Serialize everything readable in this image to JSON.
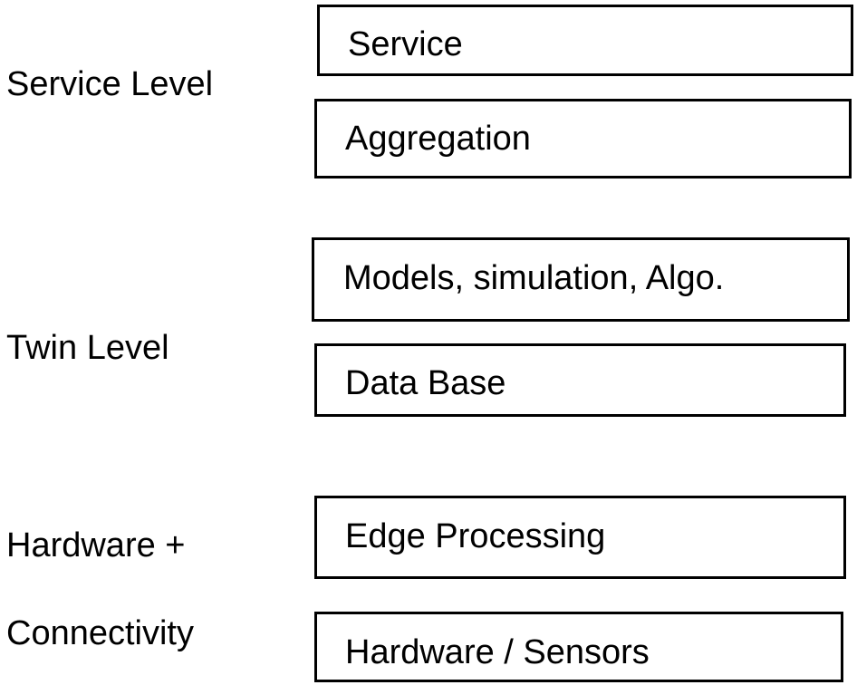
{
  "levels": {
    "service": "Service Level",
    "twin": "Twin Level",
    "hardware_line1": "Hardware +",
    "hardware_line2": "Connectivity"
  },
  "boxes": {
    "service": "Service",
    "aggregation": "Aggregation",
    "models": "Models, simulation, Algo.",
    "database": "Data Base",
    "edge": "Edge Processing",
    "hardware": "Hardware / Sensors"
  }
}
